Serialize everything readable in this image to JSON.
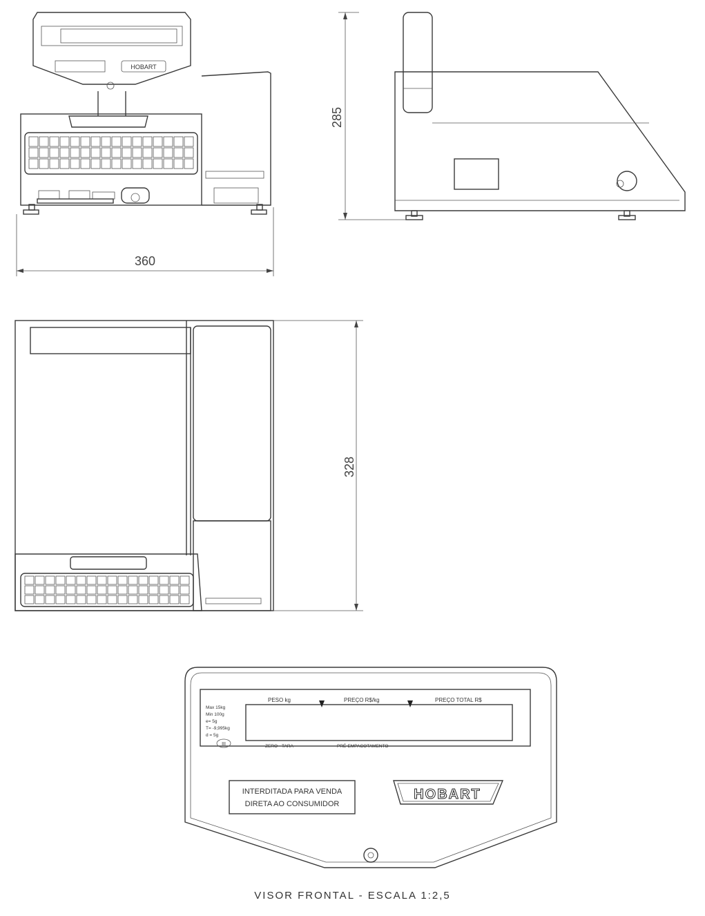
{
  "dimensions": {
    "width": "360",
    "height": "285",
    "depth": "328"
  },
  "display_panel": {
    "label_weight": "PESO kg",
    "label_unit_price": "PREÇO R$/kg",
    "label_total_price": "PREÇO TOTAL R$",
    "specs": [
      "Max    15kg",
      "Min    100g",
      "e=     5g",
      "T= -9,995kg",
      "d =    5g"
    ],
    "class_mark": "III",
    "indicator_zero": "ZERO",
    "indicator_tare": "TARA",
    "indicator_prepack": "PRÉ-EMPACOTAMENTO",
    "notice_line1": "INTERDITADA PARA VENDA",
    "notice_line2": "DIRETA AO CONSUMIDOR",
    "brand": "HOBART"
  },
  "caption": "VISOR FRONTAL - ESCALA 1:2,5"
}
